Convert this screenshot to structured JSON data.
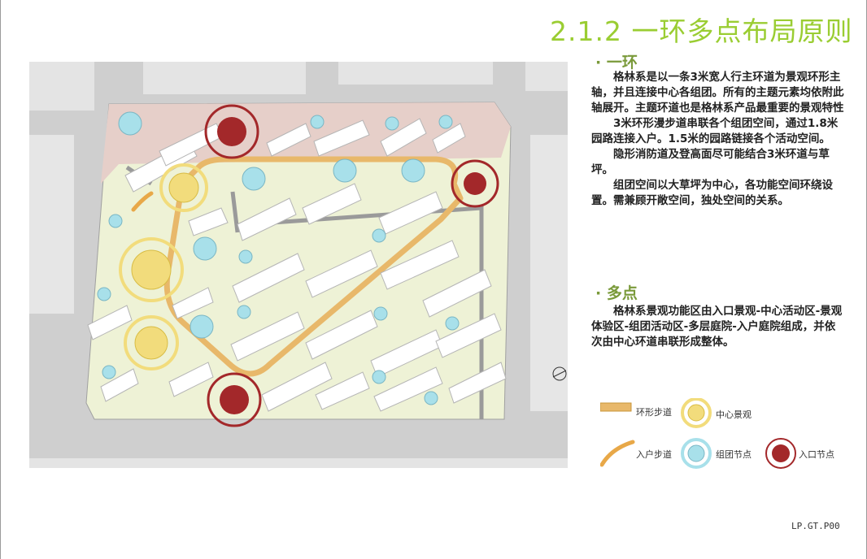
{
  "title": "2.1.2 一环多点布局原则",
  "sections": [
    {
      "heading": "· 一环",
      "paragraphs": [
        "格林系是以一条3米宽人行主环道为景观环形主轴，并且连接中心各组团。所有的主题元素均依附此轴展开。主题环道也是格林系产品最重要的景观特性",
        "3米环形漫步道串联各个组团空间，通过1.8米园路连接入户。1.5米的园路链接各个活动空间。",
        "隐形消防道及登高面尽可能结合3米环道与草坪。",
        "组团空间以大草坪为中心，各功能空间环绕设置。需兼顾开敞空间，独处空间的关系。"
      ]
    },
    {
      "heading": "· 多点",
      "paragraphs": [
        "格林系景观功能区由入口景观-中心活动区-景观体验区-组团活动区-多层庭院-入户庭院组成，并依次由中心环道串联形成整体。"
      ]
    }
  ],
  "legend": {
    "ring_path": "环形步道",
    "center_landscape": "中心景观",
    "entry_path": "入户步道",
    "group_node": "组团节点",
    "entrance_node": "入口节点"
  },
  "colors": {
    "title": "#9acd32",
    "ring_path": "#e8b86a",
    "center_node": "#f2dc7c",
    "group_node": "#a8e0ea",
    "entrance_node": "#a3282a",
    "lawn": "#eef2d6",
    "plaza": "#e6cfc9"
  },
  "page_code": "LP.GT.P00"
}
